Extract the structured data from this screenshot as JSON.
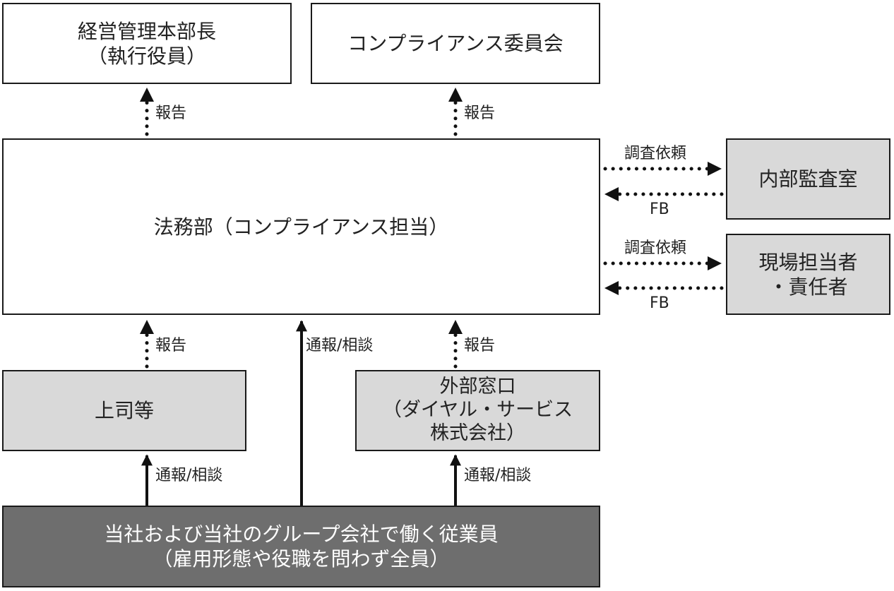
{
  "boxes": {
    "management_head": {
      "line1": "経営管理本部長",
      "line2": "（執行役員）"
    },
    "compliance_committee": {
      "line1": "コンプライアンス委員会"
    },
    "legal_dept": {
      "line1": "法務部（コンプライアンス担当）"
    },
    "internal_audit": {
      "line1": "内部監査室"
    },
    "site_manager": {
      "line1": "現場担当者",
      "line2": "・責任者"
    },
    "supervisor": {
      "line1": "上司等"
    },
    "external_desk": {
      "line1": "外部窓口",
      "line2": "（ダイヤル・サービス",
      "line3": "株式会社）"
    },
    "employees": {
      "line1": "当社および当社のグループ会社で働く従業員",
      "line2": "（雇用形態や役職を問わず全員）"
    }
  },
  "labels": {
    "report_to_management": "報告",
    "report_to_committee": "報告",
    "request_audit": "調査依頼",
    "fb_audit": "FB",
    "request_site": "調査依頼",
    "fb_site": "FB",
    "report_from_supervisor": "報告",
    "consult_direct": "通報/相談",
    "report_from_external": "報告",
    "consult_supervisor": "通報/相談",
    "consult_external": "通報/相談"
  },
  "colors": {
    "box_white": "#ffffff",
    "box_gray": "#d9d9d9",
    "box_dark": "#6e6e6e",
    "line": "#111111"
  }
}
